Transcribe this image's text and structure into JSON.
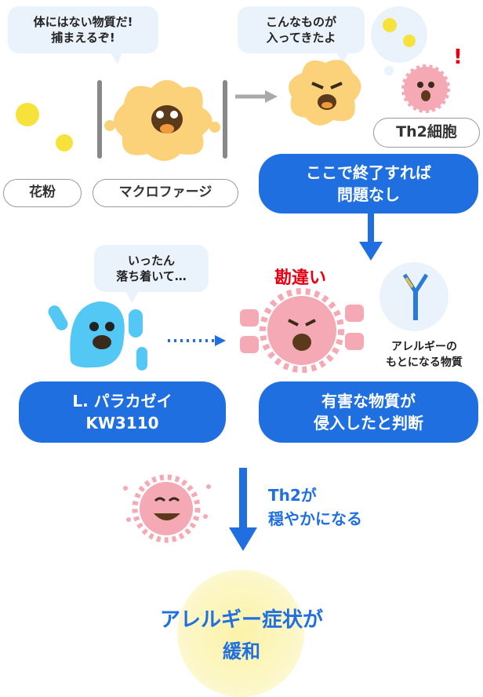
{
  "top": {
    "macrophage_bubble": [
      "体にはない物質だ!",
      "捕まえるぞ!"
    ],
    "th2_bubble": [
      "こんなものが",
      "入ってきたよ"
    ],
    "labels": {
      "pollen": "花粉",
      "macrophage": "マクロファージ",
      "th2": "Th2細胞"
    },
    "exclaim": "!",
    "end_box": [
      "ここで終了すれば",
      "問題なし"
    ]
  },
  "middle": {
    "lactobacillus_bubble": [
      "いったん",
      "落ち着いて…"
    ],
    "misjudge": "勘違い",
    "antibody_caption": [
      "アレルギーの",
      "もとになる物質"
    ],
    "lactobacillus_box": [
      "L. パラカゼイ",
      "KW3110"
    ],
    "invader_box": [
      "有害な物質が",
      "侵入したと判断"
    ]
  },
  "bottom": {
    "th2_calm": [
      "Th2が",
      "穏やかになる"
    ],
    "result": [
      "アレルギー症状が",
      "緩和"
    ]
  },
  "colors": {
    "blue": "#1f6fe0",
    "red": "#e60012",
    "pollen": "#f6e23a",
    "macrophage": "#fbd27a",
    "th2": "#f5a9b4",
    "lactobacillus": "#54c8f5",
    "bubble_bg": "#eaf3fb"
  }
}
